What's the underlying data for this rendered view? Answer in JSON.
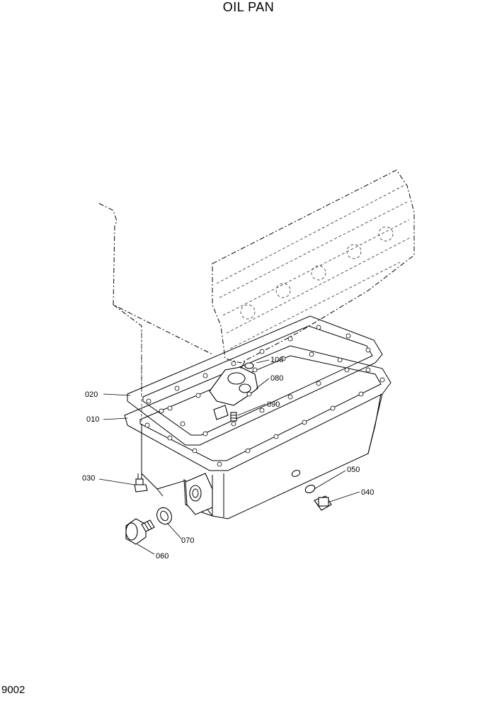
{
  "title": "OIL PAN",
  "page_code": "9002",
  "callouts": {
    "c010": "010",
    "c020": "020",
    "c030": "030",
    "c040": "040",
    "c050": "050",
    "c060": "060",
    "c070": "070",
    "c080": "080",
    "c090": "090",
    "c100": "100"
  }
}
